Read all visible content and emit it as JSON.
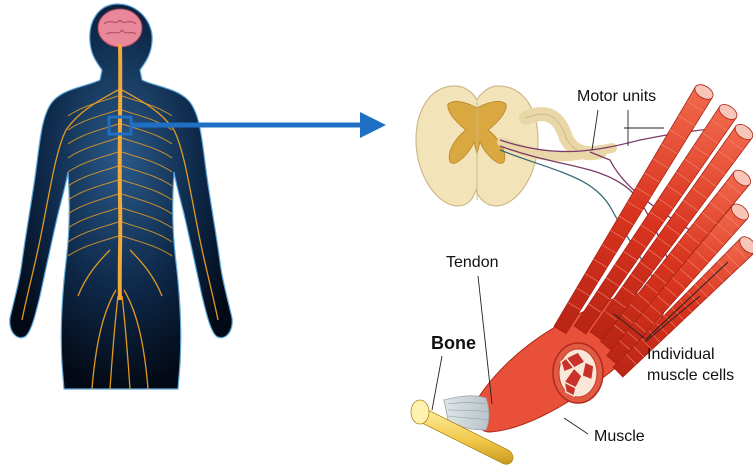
{
  "labels": {
    "motor_units": "Motor units",
    "tendon": "Tendon",
    "bone": "Bone",
    "individual_line1": "Individual",
    "individual_line2": "muscle cells",
    "muscle": "Muscle"
  },
  "icons": {
    "figure": "human-nervous-system-icon",
    "arrow": "right-arrow-icon",
    "spinal": "spinal-cord-cross-section-icon"
  },
  "colors": {
    "arrow": "#1f6fc5",
    "nerve": "#f0a020",
    "body": "#0b1f3a",
    "muscle": "#e0402a",
    "bone": "#f1cc55",
    "cord": "#f3e3b8"
  }
}
